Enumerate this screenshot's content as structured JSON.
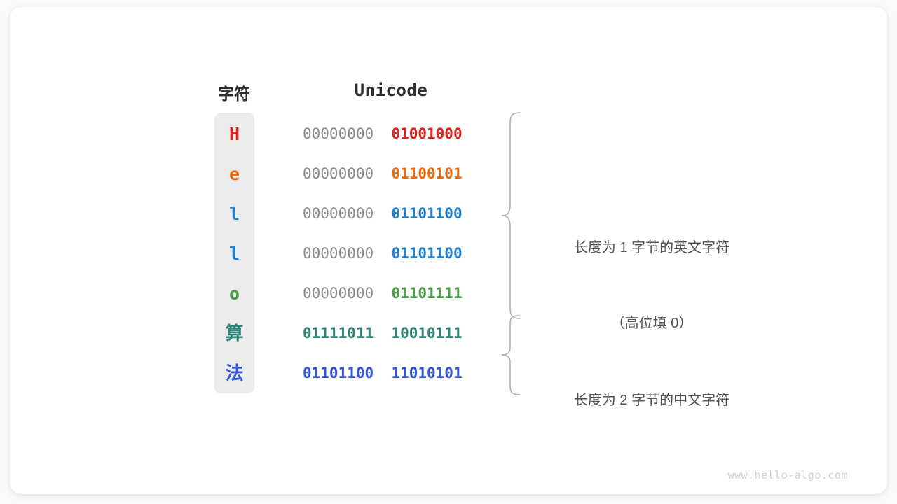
{
  "card": {
    "background": "#ffffff",
    "page_background": "#fbfbfb"
  },
  "table": {
    "headers": {
      "character": "字符",
      "unicode": "Unicode"
    },
    "panel_color": "#ececec",
    "pad_color": "#8c8c8c",
    "rows": [
      {
        "char": "H",
        "char_color": "#e0201b",
        "high_byte": "00000000",
        "low_byte": "01001000",
        "high_is_pad": true,
        "bits_color": "#e0201b",
        "script": "latin"
      },
      {
        "char": "e",
        "char_color": "#ee6a10",
        "high_byte": "00000000",
        "low_byte": "01100101",
        "high_is_pad": true,
        "bits_color": "#ee6a10",
        "script": "latin"
      },
      {
        "char": "l",
        "char_color": "#2080d0",
        "high_byte": "00000000",
        "low_byte": "01101100",
        "high_is_pad": true,
        "bits_color": "#2080d0",
        "script": "latin"
      },
      {
        "char": "l",
        "char_color": "#2080d0",
        "high_byte": "00000000",
        "low_byte": "01101100",
        "high_is_pad": true,
        "bits_color": "#2080d0",
        "script": "latin"
      },
      {
        "char": "o",
        "char_color": "#4b9c46",
        "high_byte": "00000000",
        "low_byte": "01101111",
        "high_is_pad": true,
        "bits_color": "#4b9c46",
        "script": "latin"
      },
      {
        "char": "算",
        "char_color": "#2d8477",
        "high_byte": "01111011",
        "low_byte": "10010111",
        "high_is_pad": false,
        "bits_color": "#2d8477",
        "script": "cjk"
      },
      {
        "char": "法",
        "char_color": "#3355d8",
        "high_byte": "01101100",
        "low_byte": "11010101",
        "high_is_pad": false,
        "bits_color": "#3355d8",
        "script": "cjk"
      }
    ]
  },
  "annotations": [
    {
      "line1": "长度为 1 字节的英文字符",
      "line2": "（高位填 0）",
      "brace_from_row": 0,
      "brace_to_row": 4
    },
    {
      "line1": "长度为 2 字节的中文字符",
      "line2": "",
      "brace_from_row": 5,
      "brace_to_row": 6
    }
  ],
  "watermark": "www.hello-algo.com"
}
